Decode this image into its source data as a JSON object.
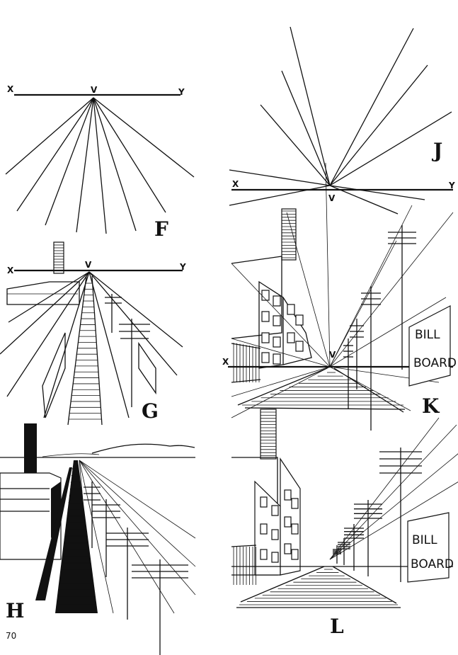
{
  "page_number": "70",
  "panels": {
    "F": {
      "label": "F",
      "left": "X",
      "vanish": "V",
      "right": "Y"
    },
    "J": {
      "label": "J",
      "left": "X",
      "vanish": "V",
      "right": "Y"
    },
    "G": {
      "label": "G",
      "left": "X",
      "vanish": "V",
      "right": "Y"
    },
    "K": {
      "label": "K",
      "left": "X",
      "vanish": "V",
      "billboard_1": "BILL",
      "billboard_2": "BOARD"
    },
    "H": {
      "label": "H"
    },
    "L": {
      "label": "L",
      "billboard_1": "BILL",
      "billboard_2": "BOARD"
    }
  }
}
